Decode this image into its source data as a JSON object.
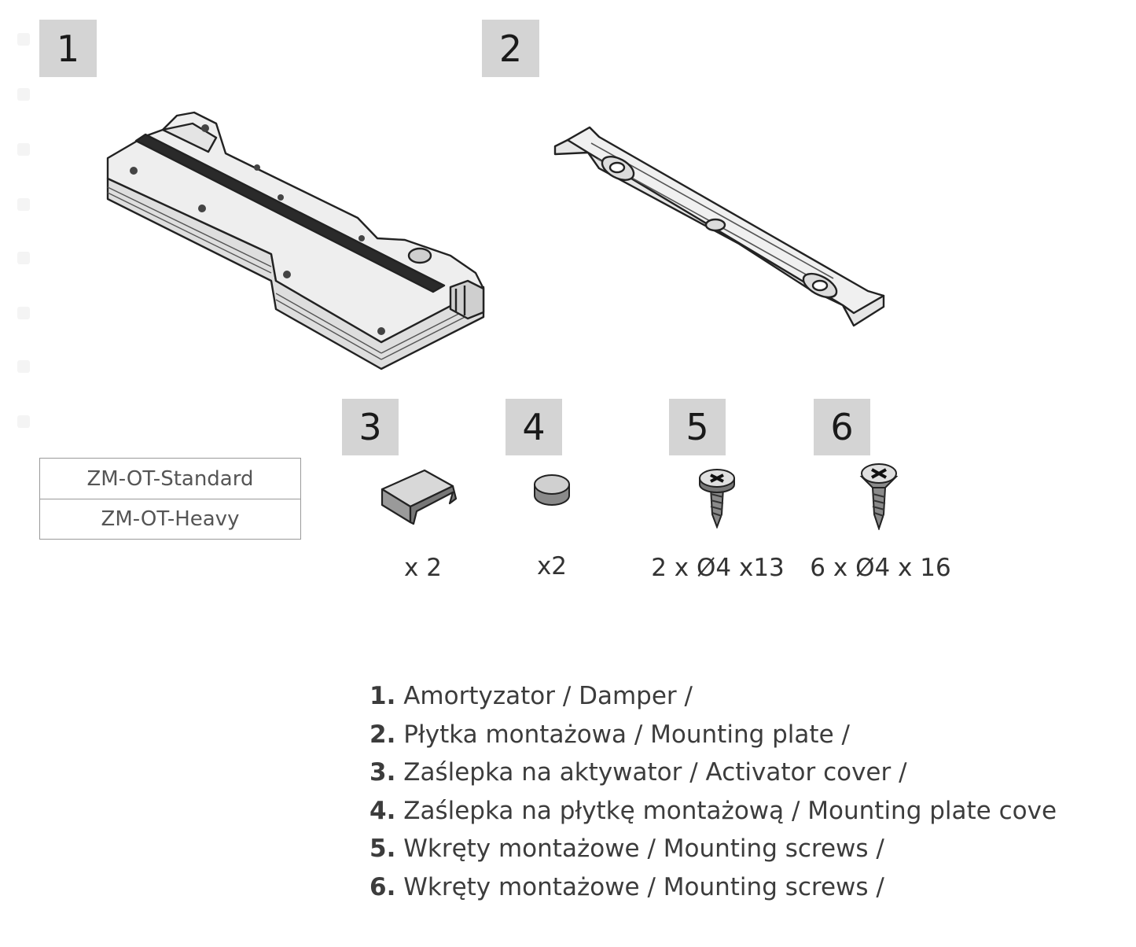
{
  "badges": [
    "1",
    "2",
    "3",
    "4",
    "5",
    "6"
  ],
  "variants": [
    "ZM-OT-Standard",
    "ZM-OT-Heavy"
  ],
  "quantities": {
    "part3": "x 2",
    "part4": "x2",
    "part5": "2 x Ø4 x13",
    "part6": "6 x Ø4 x 16"
  },
  "legend": [
    {
      "num": "1.",
      "text": " Amortyzator / Damper /"
    },
    {
      "num": "2.",
      "text": " Płytka montażowa / Mounting plate /"
    },
    {
      "num": "3.",
      "text": " Zaślepka na aktywator / Activator cover /"
    },
    {
      "num": "4.",
      "text": " Zaślepka na płytkę montażową / Mounting plate cove"
    },
    {
      "num": "5.",
      "text": " Wkręty montażowe / Mounting screws /"
    },
    {
      "num": "6.",
      "text": " Wkręty montażowe / Mounting screws /"
    }
  ],
  "icons": [
    "damper-icon",
    "mounting-plate-icon",
    "activator-cover-icon",
    "plate-cover-cap-icon",
    "pan-head-screw-icon",
    "countersunk-screw-icon"
  ]
}
